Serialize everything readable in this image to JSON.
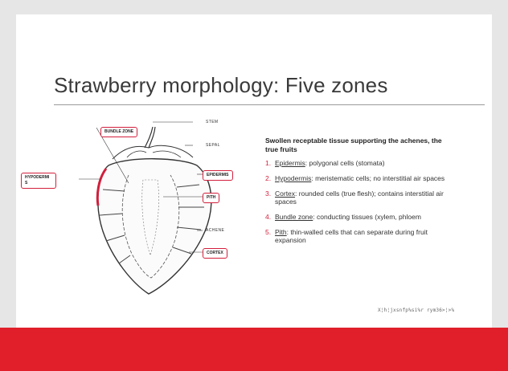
{
  "slide": {
    "title": "Strawberry morphology: Five zones",
    "footer_text": "X¦h¦jxsnfp%si%r rym36>¦>%"
  },
  "diagram": {
    "labels_boxed": {
      "bundle_zone": "BUNDLE ZONE",
      "hypodermis": "HYPODERMI S",
      "epidermis": "EPIDERMIS",
      "pith": "PITH",
      "cortex": "CORTEX"
    },
    "labels_plain": {
      "stem": "STEM",
      "sepal": "SEPAL",
      "achene": "ACHENE"
    }
  },
  "content": {
    "heading": "Swollen receptable tissue supporting the achenes, the true fruits",
    "items": [
      {
        "num": "1.",
        "term": "Epidermis",
        "desc": ": polygonal cells (stomata)"
      },
      {
        "num": "2.",
        "term": "Hypodermis",
        "desc": ": meristematic cells; no interstitial air spaces"
      },
      {
        "num": "3.",
        "term": "Cortex",
        "desc": ": rounded cells (true flesh); contains interstitial air spaces"
      },
      {
        "num": "4.",
        "term": "Bundle zone",
        "desc": ": conducting tissues (xylem, phloem"
      },
      {
        "num": "5.",
        "term": "Pith",
        "desc": ": thin-walled cells that can separate during fruit expansion"
      }
    ]
  },
  "colors": {
    "accent": "#e01f2a",
    "label_border": "#d21f3c",
    "number": "#d21f3c"
  }
}
